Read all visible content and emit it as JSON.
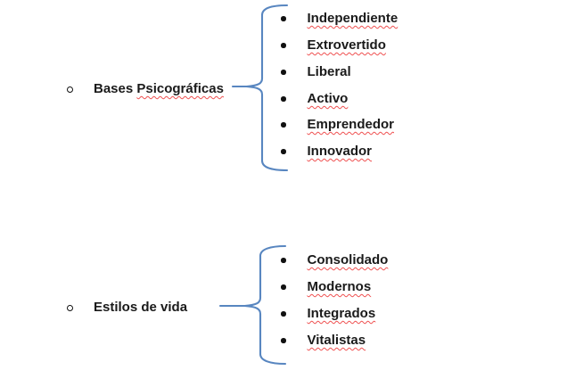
{
  "colors": {
    "brace": "#5886c0",
    "squiggle": "#ef5050",
    "text": "#1a1a1a",
    "background": "#ffffff"
  },
  "outline": {
    "groups": [
      {
        "bullet": "o",
        "label_plain": "Bases ",
        "label_misspelled": "Psicográficas",
        "items": [
          {
            "text": "Independiente"
          },
          {
            "text": "Extrovertido"
          },
          {
            "text": "Liberal"
          },
          {
            "text": "Activo"
          },
          {
            "text": "Emprendedor"
          },
          {
            "text": "Innovador"
          }
        ]
      },
      {
        "bullet": "o",
        "label_plain": "Estilos de vida",
        "label_misspelled": "",
        "items": [
          {
            "text": "Consolidado"
          },
          {
            "text": "Modernos"
          },
          {
            "text": "Integrados"
          },
          {
            "text": "Vitalistas"
          }
        ]
      }
    ]
  }
}
